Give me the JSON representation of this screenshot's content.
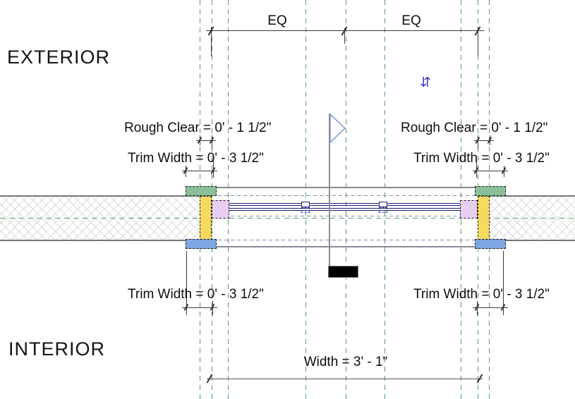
{
  "canvas": {
    "exterior_label": "EXTERIOR",
    "interior_label": "INTERIOR"
  },
  "dimensions": {
    "eq_labels": [
      "EQ",
      "EQ"
    ],
    "rough_clear_left": "Rough Clear = 0' - 1 1/2\"",
    "rough_clear_right": "Rough Clear = 0' - 1 1/2\"",
    "trim_width_top_left": "Trim Width = 0' - 3 1/2\"",
    "trim_width_top_right": "Trim Width = 0' - 3 1/2\"",
    "trim_width_bottom_left": "Trim Width = 0' - 3 1/2\"",
    "trim_width_bottom_right": "Trim Width = 0' - 3 1/2\"",
    "width": "Width = 3' - 1\""
  },
  "icons": {
    "flip_control": "⇵"
  },
  "colors": {
    "reference_plane": "#4ea35e",
    "wall_outline": "#757575",
    "wall_hatch": "#d9d9d9",
    "glazing": "#20207a",
    "opening_dashed": "#8888ac",
    "exterior_trim": "#8bbf97",
    "frame": "#f6da5e",
    "interior_trim": "#7ea6e3",
    "sash": "#e7cef2",
    "flag": "#7d96d2",
    "flip_control": "#3c3cc0",
    "section_marker": "#000000",
    "dimension": "#3a3a3a"
  }
}
